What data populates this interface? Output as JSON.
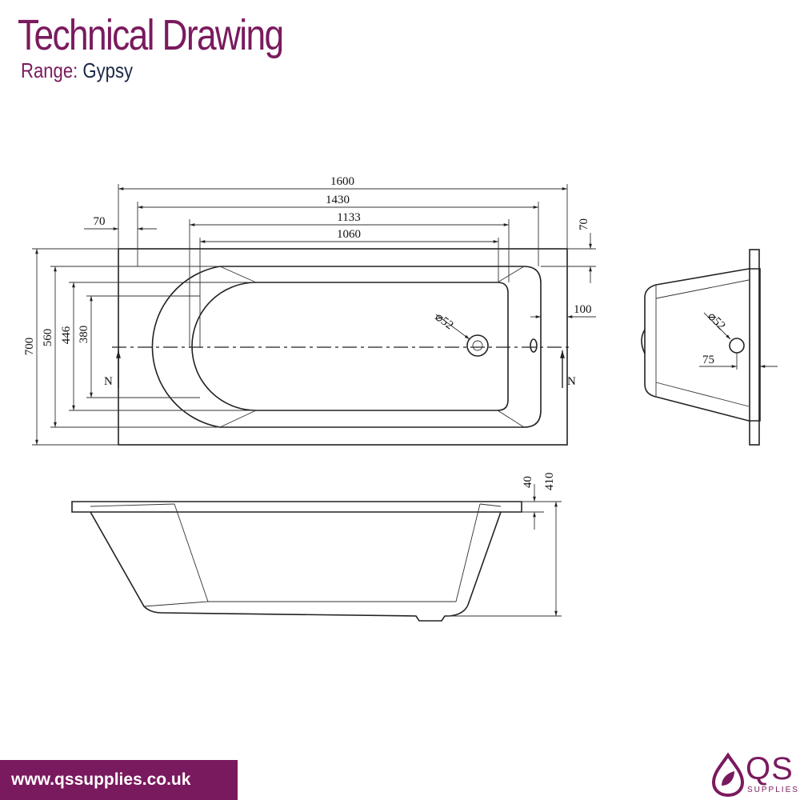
{
  "header": {
    "title": "Technical Drawing",
    "range_label": "Range:",
    "range_value": "Gypsy"
  },
  "colors": {
    "brand": "#7a1a5e",
    "range_value": "#1c2747",
    "line": "#222222"
  },
  "plan_view": {
    "dimensions": {
      "overall_length": "1600",
      "length_1430": "1430",
      "length_1133": "1133",
      "length_1060": "1060",
      "rim_left": "70",
      "rim_right": "70",
      "overall_width": "700",
      "width_560": "560",
      "width_446": "446",
      "width_380": "380",
      "waste_diameter": "⌀52",
      "waste_offset": "100"
    },
    "section_marker_left": "N",
    "section_marker_right": "N"
  },
  "end_view": {
    "waste_diameter": "⌀52",
    "waste_offset": "75"
  },
  "side_view": {
    "rim_height": "40",
    "overall_height": "410"
  },
  "footer": {
    "website": "www.qssupplies.co.uk",
    "logo_text": "QS",
    "logo_subtext": "SUPPLIES",
    "logo_icon": "droplet-leaf-icon"
  }
}
